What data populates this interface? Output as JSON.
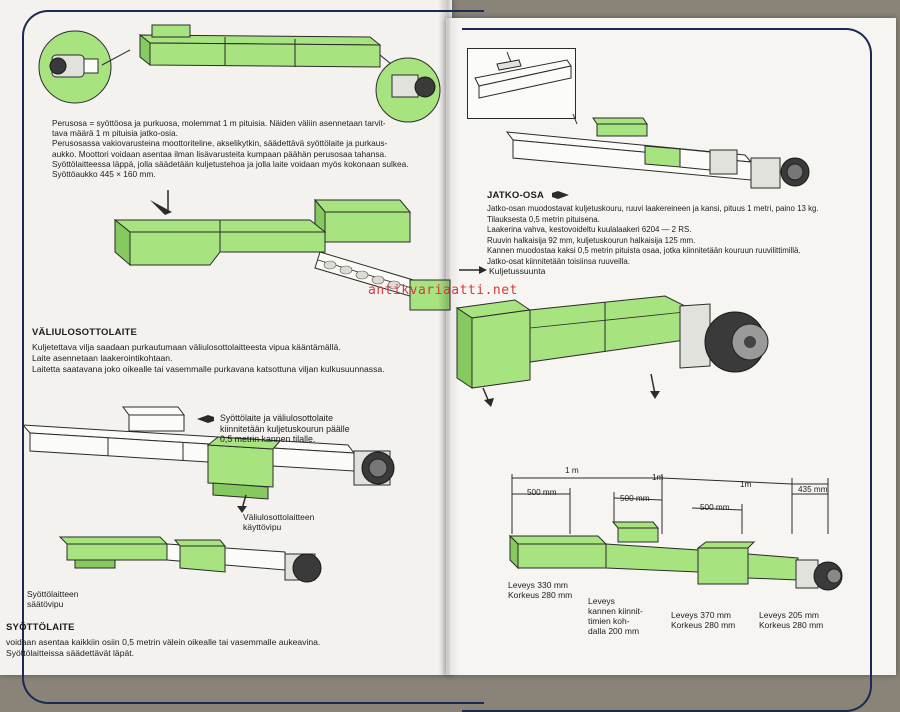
{
  "left": {
    "intro_lines": [
      "Perusosa = syöttöosa ja purkuosa, molemmat 1 m pituisia.   Näiden väliin asennetaan tarvit-",
      "tava määrä 1 m pituisia jatko-osia.",
      "Perusosassa vakiovarusteina moottoriteline, akselikytkin, säädettävä syöttölaite ja purkaus-",
      "aukko. Moottori voidaan asentaa ilman lisävarusteita kumpaan päähän perusosaa tahansa.",
      "Syöttölaitteessa läppä, jolla säädetään kuljetustehoa ja jolla laite voidaan myös  kokonaan sulkea.",
      "Syöttöaukko 445 × 160 mm."
    ],
    "valiulos_heading": "VÄLIULOSOTTOLAITE",
    "valiulos_lines": [
      "Kuljetettava vilja saadaan purkautumaan väliulosottolaitteesta vipua kääntämällä.",
      "Laite asennetaan laakerointikohtaan.",
      "Laitetta saatavana joko oikealle tai vasemmalle purkavana katsottuna viljan kulkusuunnassa."
    ],
    "mount_note_lines": [
      "Syöttölaite ja väliulosottolaite",
      "kiinnitetään kuljetuskourun päälle",
      "0,5 metrin kannen tilalle."
    ],
    "lever_label_lines": [
      "Väliulosottolaitteen",
      "käyttövipu"
    ],
    "feeder_lever_lines": [
      "Syöttölaitteen",
      "säätövipu"
    ],
    "syotto_heading": "SYÖTTÖLAITE",
    "syotto_lines": [
      "voidaan asentaa kaikkiin osiin 0,5 metrin välein oikealle tai vasemmalle aukeavina.",
      "Syöttölaitteissa säädettävät läpät."
    ]
  },
  "right": {
    "jatko_heading": "JATKO-OSA",
    "jatko_lines": [
      "Jatko-osan muodostavat kuljetuskouru, ruuvi laakereineen ja kansi, pituus 1 metri, paino 13 kg.",
      "Tilauksesta 0,5 metrin pituisena.",
      "Laakerina vahva, kestovoideltu kuulalaakeri 6204 — 2 RS.",
      "Ruuvin halkaisija 92 mm, kuljetuskourun halkaisija 125 mm.",
      "Kannen muodostaa kaksi 0,5 metrin pituista osaa, jotka kiinnitetään kouruun ruuvilittimillä.",
      "Jatko-osat kiinnitetään toisiinsa ruuveilla."
    ],
    "direction_label": "Kuljetussuunta",
    "dims": {
      "top_1m_a": "1 m",
      "top_1m_b": "1m",
      "top_1m_c": "1m",
      "d500_a": "500 mm",
      "d500_b": "500 mm",
      "d500_c": "500 mm",
      "d435": "435 mm"
    },
    "bottom_labels": {
      "a_lines": [
        "Leveys 330 mm",
        "Korkeus 280 mm"
      ],
      "b_lines": [
        "Leveys",
        "kannen kiinnit-",
        "timien koh-",
        "dalla 200 mm"
      ],
      "c_lines": [
        "Leveys 370 mm",
        "Korkeus 280 mm"
      ],
      "d_lines": [
        "Leveys 205 mm",
        "Korkeus 280 mm"
      ]
    }
  },
  "watermark": "antikvariaatti.net",
  "colors": {
    "machine_green": "#a7e37e",
    "frame_navy": "#1a2a55",
    "watermark_red": "#d63a3a"
  }
}
